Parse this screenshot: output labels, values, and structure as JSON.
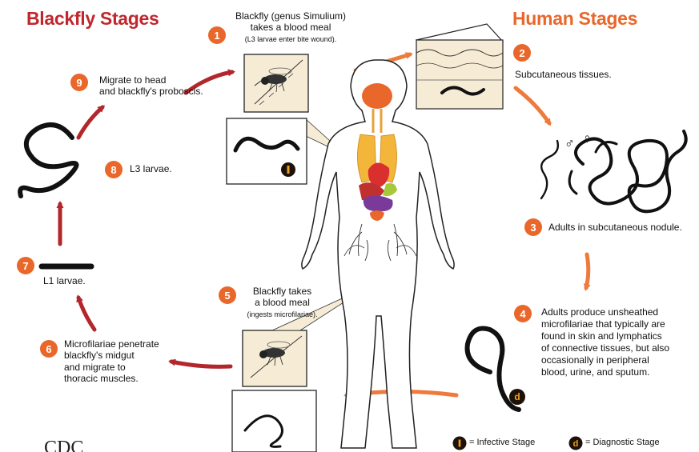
{
  "titles": {
    "blackfly": "Blackfly Stages",
    "human": "Human Stages"
  },
  "steps": [
    {
      "num": "1",
      "main": "Blackfly (genus Simulium)\ntakes a blood meal",
      "note": "(L3 larvae enter bite wound)."
    },
    {
      "num": "2",
      "main": "Subcutaneous tissues."
    },
    {
      "num": "3",
      "main": "Adults in subcutaneous nodule."
    },
    {
      "num": "4",
      "main": "Adults produce unsheathed\nmicrofilariae that typically are\nfound in skin and lymphatics\nof connective tissues, but also\noccasionally in peripheral\nblood, urine, and sputum."
    },
    {
      "num": "5",
      "main": "Blackfly takes\na blood meal",
      "note": "(ingests microfilariae)."
    },
    {
      "num": "6",
      "main": "Microfilariae penetrate\nblackfly's midgut\nand migrate to\nthoracic muscles."
    },
    {
      "num": "7",
      "main": "L1 larvae."
    },
    {
      "num": "8",
      "main": "L3 larvae."
    },
    {
      "num": "9",
      "main": "Migrate to head\nand blackfly's proboscis."
    }
  ],
  "symbols": {
    "male": "♂",
    "female": "♀"
  },
  "legend": {
    "infective_letter": "i",
    "infective_label": "= Infective Stage",
    "diagnostic_letter": "d",
    "diagnostic_label": "= Diagnostic Stage"
  },
  "watermark": "CDC",
  "colors": {
    "blackfly_title": "#c0272d",
    "human_title": "#e9672a",
    "badge": "#e9672a",
    "arrow_red": "#b3262b",
    "arrow_orange": "#ee7a3b",
    "inset_bg": "#f6ecd6"
  }
}
